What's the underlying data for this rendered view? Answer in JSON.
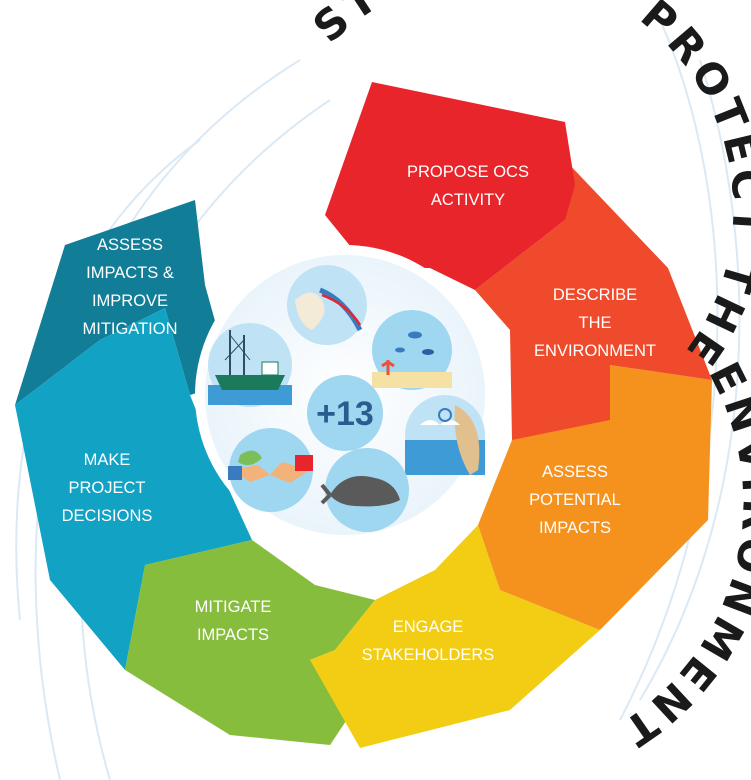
{
  "arc_heading": "STUDY AND PROTECT THE ENVIRONMENT",
  "segments": [
    {
      "id": "propose",
      "lines": [
        "PROPOSE OCS",
        "ACTIVITY"
      ],
      "color": "#e8252b"
    },
    {
      "id": "describe",
      "lines": [
        "DESCRIBE",
        "THE",
        "ENVIRONMENT"
      ],
      "color": "#ef4a2c"
    },
    {
      "id": "assess-potential",
      "lines": [
        "ASSESS",
        "POTENTIAL",
        "IMPACTS"
      ],
      "color": "#f5921e"
    },
    {
      "id": "engage",
      "lines": [
        "ENGAGE",
        "STAKEHOLDERS"
      ],
      "color": "#f2cd13"
    },
    {
      "id": "mitigate",
      "lines": [
        "MITIGATE",
        "IMPACTS"
      ],
      "color": "#86bd3d"
    },
    {
      "id": "decisions",
      "lines": [
        "MAKE",
        "PROJECT",
        "DECISIONS"
      ],
      "color": "#11a2c4"
    },
    {
      "id": "assess-improve",
      "lines": [
        "ASSESS",
        "IMPACTS &",
        "IMPROVE",
        "MITIGATION"
      ],
      "color": "#127d97"
    }
  ],
  "center": {
    "count_label": "+13",
    "icons": [
      "map-icon",
      "marine-life-icon",
      "weather-icon",
      "whale-icon",
      "handshake-icon",
      "fishing-boat-icon"
    ]
  }
}
